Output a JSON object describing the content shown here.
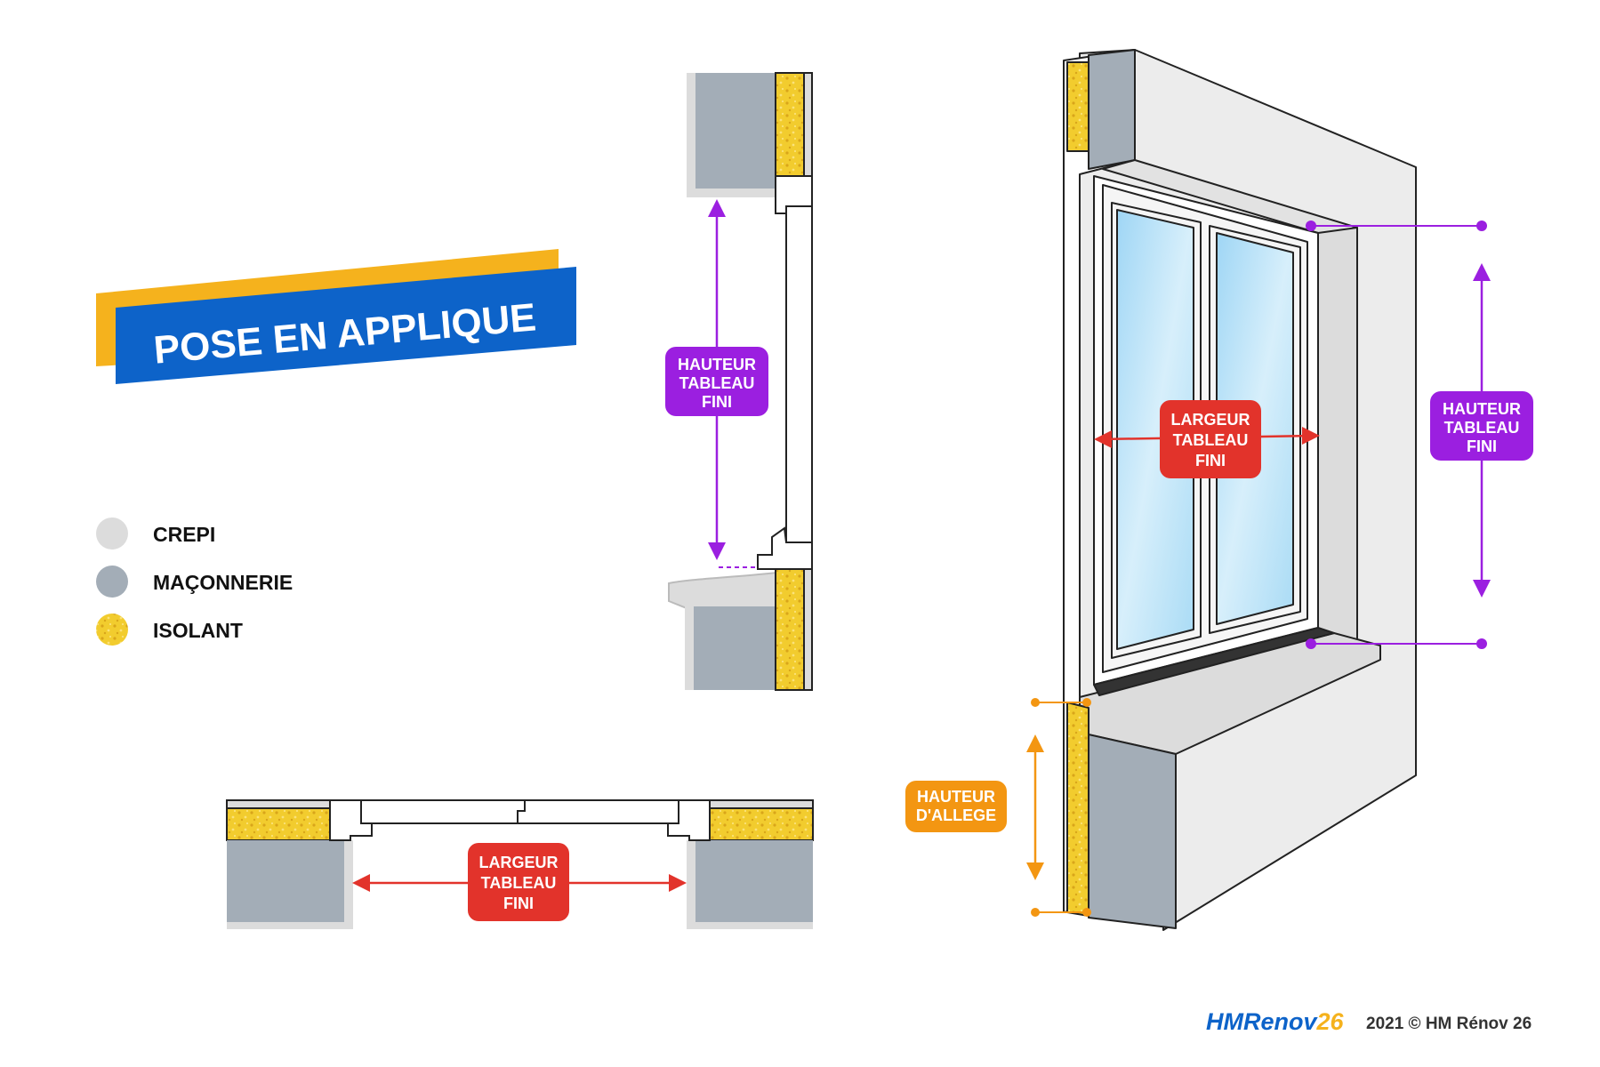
{
  "title": "POSE EN APPLIQUE",
  "legend": [
    {
      "label": "CREPI",
      "color": "#dcdcdc"
    },
    {
      "label": "MAÇONNERIE",
      "color": "#a3adb7"
    },
    {
      "label": "ISOLANT",
      "color": "#f2cc2e"
    }
  ],
  "labels": {
    "hauteur_tableau_fini": [
      "HAUTEUR",
      "TABLEAU",
      "FINI"
    ],
    "largeur_tableau_fini": [
      "LARGEUR",
      "TABLEAU",
      "FINI"
    ],
    "hauteur_allege": [
      "HAUTEUR",
      "D'ALLEGE"
    ]
  },
  "colors": {
    "title_blue": "#0d63c9",
    "title_yellow": "#f5b21d",
    "dimension_purple": "#9b1fe0",
    "dimension_red": "#e2332b",
    "dimension_orange": "#f39612",
    "masonry": "#a3adb7",
    "insulation": "#f2cc2e",
    "render": "#dcdcdc",
    "glass": "#bfe3f7"
  },
  "footer": {
    "brand_hm": "HM",
    "brand_renov": "Renov",
    "brand_26": "26",
    "copyright": "2021 © HM Rénov 26"
  }
}
